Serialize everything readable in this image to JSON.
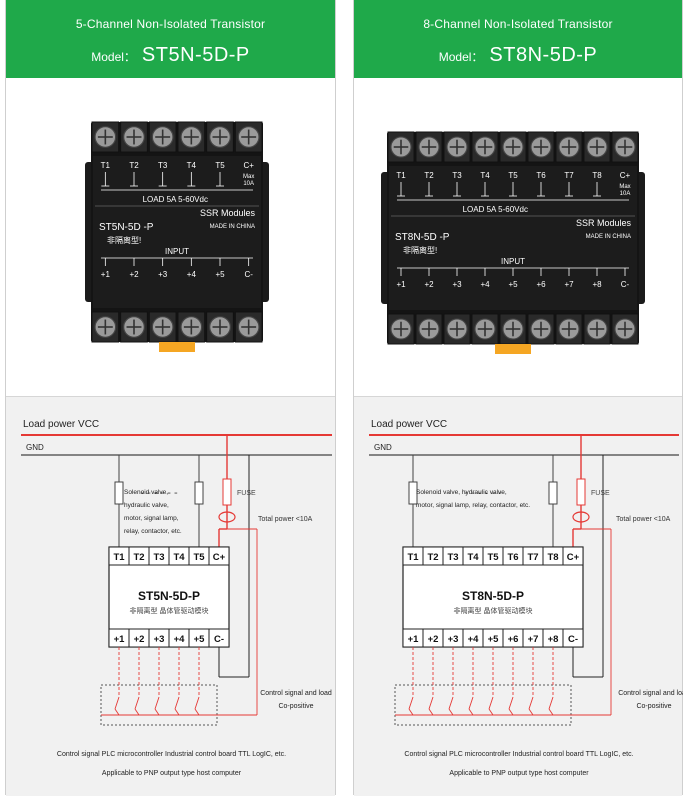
{
  "colors": {
    "header_green": "#1fa94a",
    "red_wire": "#e53935",
    "module_black": "#1a1a1a"
  },
  "left": {
    "title": "5-Channel Non-Isolated Transistor",
    "model_label": "Model",
    "model_sep": "：",
    "model_value": "ST5N-5D-P",
    "device": {
      "outputs": [
        "T1",
        "T2",
        "T3",
        "T4",
        "T5",
        "C+"
      ],
      "max_line1": "Max",
      "max_line2": "10A",
      "load": "LOAD 5A  5-60Vdc",
      "brand": "SSR Modules",
      "model": "ST5N-5D -P",
      "made_in": "MADE IN CHINA",
      "chinese": "非隔离型!",
      "input_label": "INPUT",
      "inputs": [
        "+1",
        "+2",
        "+3",
        "+4",
        "+5",
        "C-"
      ]
    },
    "wiring": {
      "load_power": "Load power VCC",
      "gnd": "GND",
      "fuse": "FUSE",
      "total_power": "Total power <10A",
      "load_desc": [
        "Solenoid valve,",
        "hydraulic valve,",
        "motor, signal lamp,",
        "relay, contactor, etc."
      ],
      "outputs": [
        "T1",
        "T2",
        "T3",
        "T4",
        "T5",
        "C+"
      ],
      "module_name": "ST5N-5D-P",
      "module_sub": "非隔离型 晶体管驱动模块",
      "inputs": [
        "+1",
        "+2",
        "+3",
        "+4",
        "+5",
        "C-"
      ],
      "control_line1": "Control signal and load",
      "control_line2": "Co-positive",
      "footer1": "Control signal PLC microcontroller Industrial control board TTL LogIC, etc.",
      "footer2": "Applicable to PNP output type host computer"
    }
  },
  "right": {
    "title": "8-Channel Non-Isolated Transistor",
    "model_label": "Model",
    "model_sep": "：",
    "model_value": "ST8N-5D-P",
    "device": {
      "outputs": [
        "T1",
        "T2",
        "T3",
        "T4",
        "T5",
        "T6",
        "T7",
        "T8",
        "C+"
      ],
      "max_line1": "Max",
      "max_line2": "10A",
      "load": "LOAD 5A  5-60Vdc",
      "brand": "SSR Modules",
      "model": "ST8N-5D -P",
      "made_in": "MADE IN CHINA",
      "chinese": "非隔离型!",
      "input_label": "INPUT",
      "inputs": [
        "+1",
        "+2",
        "+3",
        "+4",
        "+5",
        "+6",
        "+7",
        "+8",
        "C-"
      ]
    },
    "wiring": {
      "load_power": "Load power VCC",
      "gnd": "GND",
      "fuse": "FUSE",
      "total_power": "Total power <10A",
      "load_desc": [
        "Solenoid valve, hydraulic valve,",
        "motor, signal lamp, relay, contactor, etc."
      ],
      "outputs": [
        "T1",
        "T2",
        "T3",
        "T4",
        "T5",
        "T6",
        "T7",
        "T8",
        "C+"
      ],
      "module_name": "ST8N-5D-P",
      "module_sub": "非隔离型 晶体管驱动模块",
      "inputs": [
        "+1",
        "+2",
        "+3",
        "+4",
        "+5",
        "+6",
        "+7",
        "+8",
        "C-"
      ],
      "control_line1": "Control signal and load",
      "control_line2": "Co-positive",
      "footer1": "Control signal PLC microcontroller Industrial control board TTL LogIC, etc.",
      "footer2": "Applicable to PNP output type host computer"
    }
  }
}
